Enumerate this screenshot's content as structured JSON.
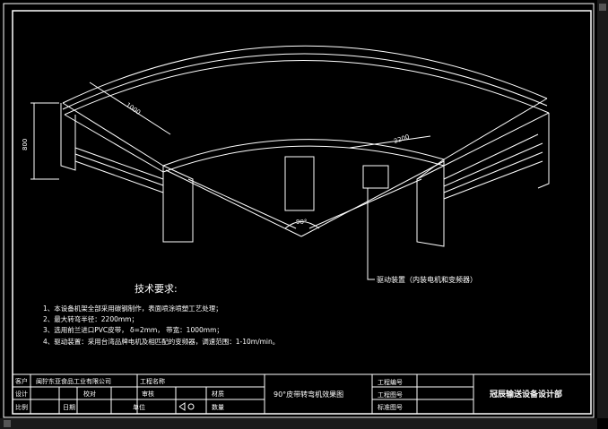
{
  "drawing": {
    "dims": {
      "width": "1000",
      "height": "800",
      "radius": "2200",
      "angle": "90°"
    },
    "drive_note": "驱动装置（内装电机和变频器）",
    "tech": {
      "heading": "技术要求:",
      "items": [
        "1、本设备机架全部采用碳钢制作，表面喷涂喷塑工艺处理；",
        "2、最大转弯半径：2200mm；",
        "3、选用前兰进口PVC皮带， δ=2mm， 带宽：1000mm；",
        "4、驱动装置：采用台湾品牌电机及相匹配的变频器，调速范围：1-10m/min。"
      ]
    },
    "title_block": {
      "customer_label": "客户",
      "customer": "闽狞东亚食品工业有限公司",
      "project_label": "工程名称",
      "design_label": "设计",
      "check_label": "校对",
      "review_label": "审核",
      "material_label": "材质",
      "scale_label": "比例",
      "date_label": "日期",
      "unit_label": "单位",
      "qty_label": "数量",
      "drawing_title": "90°皮带转弯机效果图",
      "proj_no_label": "工程编号",
      "drawing_no_label": "工程图号",
      "std_no_label": "标准图号",
      "company": "冠辰输送设备设计部"
    }
  },
  "colors": {
    "background": "#000000",
    "lines": "#ffffff"
  }
}
